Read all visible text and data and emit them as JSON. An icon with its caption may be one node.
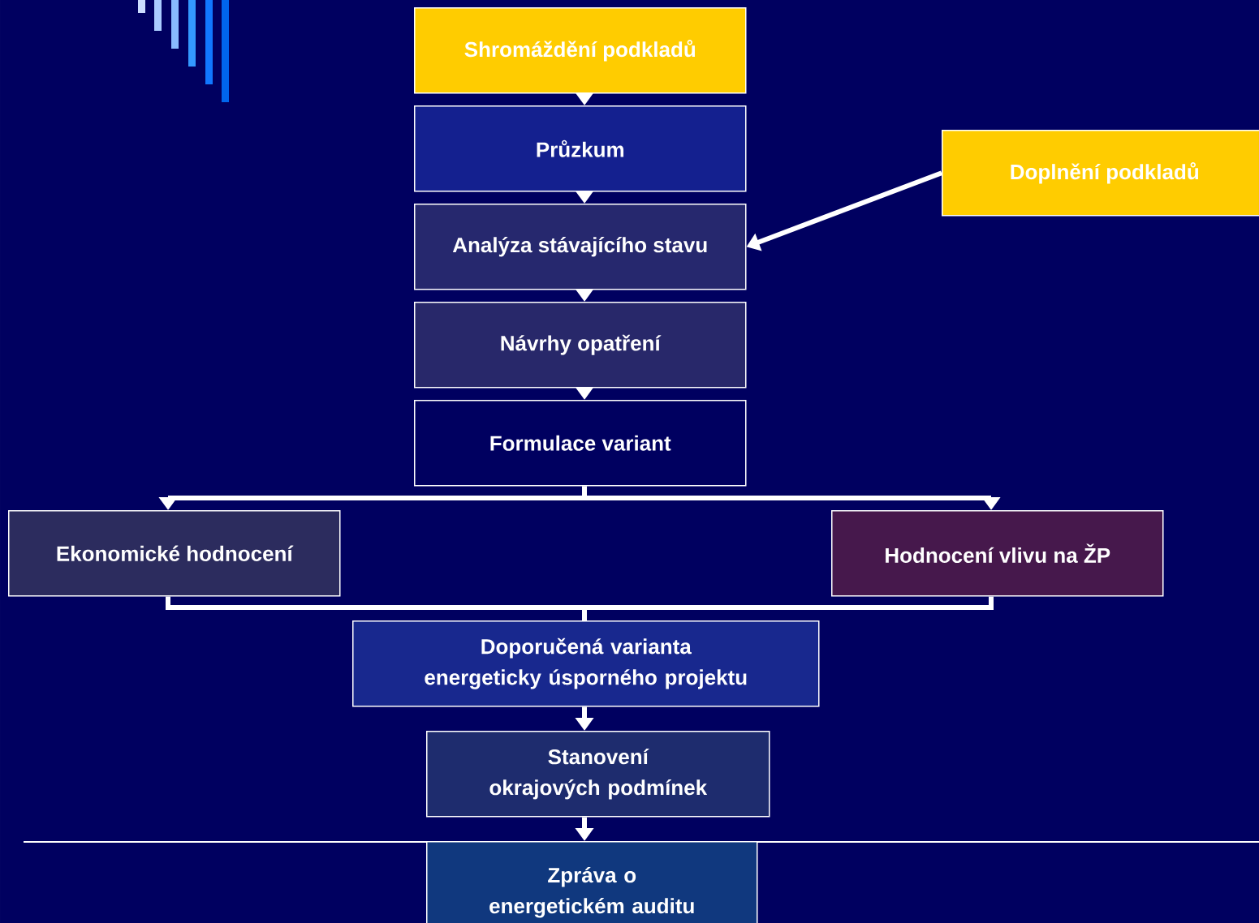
{
  "diagram": {
    "nodes": [
      {
        "text": [
          "Shromáždění podkladů"
        ]
      },
      {
        "text": [
          "Průzkum"
        ]
      },
      {
        "text": [
          "Analýza stávajícího stavu"
        ]
      },
      {
        "text": [
          "Návrhy opatření"
        ]
      },
      {
        "text": [
          "Formulace variant"
        ]
      },
      {
        "text": [
          "Doplnění podkladů"
        ]
      },
      {
        "text": [
          "Ekonomické hodnocení"
        ]
      },
      {
        "text": [
          "Hodnocení vlivu na ŽP"
        ]
      },
      {
        "text": [
          "Doporučená varianta energeticky úsporného projektu"
        ]
      },
      {
        "text": [
          "Stanovení okrajových podmínek"
        ]
      },
      {
        "text": [
          "Zpráva o energetickém auditu"
        ]
      }
    ],
    "edges": [
      {
        "from": 0,
        "to": 1,
        "arrow": "to"
      },
      {
        "from": 1,
        "to": 2,
        "arrow": "to"
      },
      {
        "from": 2,
        "to": 3,
        "arrow": "to"
      },
      {
        "from": 3,
        "to": 4,
        "arrow": "to"
      },
      {
        "from": 5,
        "to": 2,
        "arrow": "to"
      },
      {
        "from": 4,
        "to": 6,
        "arrow": "to"
      },
      {
        "from": 4,
        "to": 7,
        "arrow": "to"
      },
      {
        "from": 6,
        "to": 8,
        "arrow": "none"
      },
      {
        "from": 7,
        "to": 8,
        "arrow": "none"
      },
      {
        "from": 8,
        "to": 9,
        "arrow": "to"
      },
      {
        "from": 9,
        "to": 10,
        "arrow": "to"
      }
    ]
  }
}
